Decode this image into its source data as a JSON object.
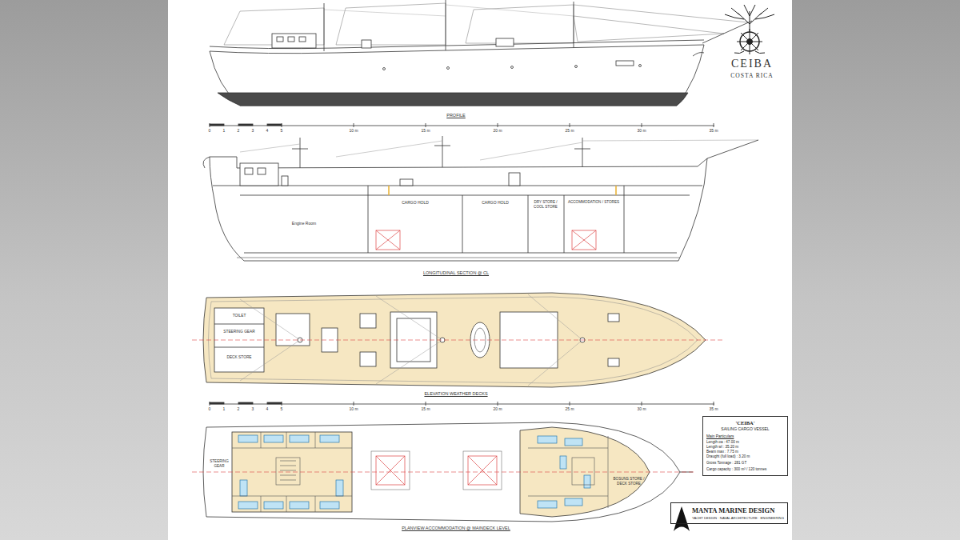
{
  "diagram": {
    "nodes": [
      {
        "text": [
          "'CEIBA'",
          "SAILING CARGO VESSEL",
          "Main Particulars",
          "Length oa : 47.00 m",
          "Length wl : 35.20 m",
          "Beam max : 7.75 m",
          "Draught (full load) : 3.20 m",
          "Gross Tonnage : 281 GT",
          "Cargo capacity : 300 m³ / 120 tonnes"
        ]
      },
      {
        "text": [
          "MANTA MARINE DESIGN",
          "YACHT DESIGN · NAVAL ARCHITECTURE · ENGINEERING"
        ]
      }
    ],
    "labels": [
      "CEIBA",
      "COSTA RICA",
      "PROFILE",
      "0",
      "1",
      "2",
      "3",
      "4",
      "5",
      "10 m",
      "15 m",
      "20 m",
      "25 m",
      "30 m",
      "35 m",
      "Engine Room",
      "CARGO HOLD",
      "CARGO HOLD",
      "DRY STORE / COOL STORE",
      "ACCOMMODATION / STORES",
      "LONGITUDINAL SECTION @ CL",
      "TOILET",
      "STEERING GEAR",
      "DECK STORE",
      "ELEVATION WEATHER DECKS",
      "0",
      "1",
      "2",
      "3",
      "4",
      "5",
      "10 m",
      "15 m",
      "20 m",
      "25 m",
      "30 m",
      "35 m",
      "STEERING GEAR",
      "BOSUNS STORE / DECK STORE",
      "PLANVIEW ACCOMMODATION @ MAINDECK LEVEL"
    ]
  }
}
